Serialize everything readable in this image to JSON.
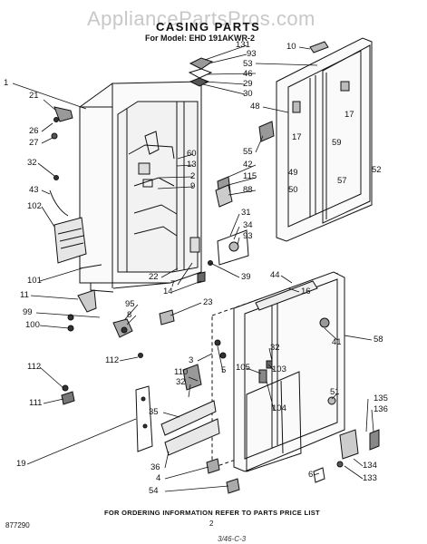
{
  "watermark": "AppliancePartsPros.com",
  "title": "CASING PARTS",
  "subtitle": "For Model: EHD 191AKWR-2",
  "footer": "FOR ORDERING INFORMATION REFER TO PARTS PRICE LIST",
  "doc_number": "877290",
  "page_number": "2",
  "signature": "3/46-C-3",
  "callouts": {
    "c1": "1",
    "c21": "21",
    "c26": "26",
    "c27": "27",
    "c32a": "32",
    "c43": "43",
    "c102": "102",
    "c101": "101",
    "c11": "11",
    "c99": "99",
    "c100": "100",
    "c112a": "112",
    "c111": "111",
    "c131": "131",
    "c93a": "93",
    "c53": "53",
    "c46": "46",
    "c29": "29",
    "c30": "30",
    "c10": "10",
    "c17a": "17",
    "c17b": "17",
    "c48": "48",
    "c60": "60",
    "c13": "13",
    "c2": "2",
    "c9": "9",
    "c55": "55",
    "c42": "42",
    "c115": "115",
    "c88": "88",
    "c59": "59",
    "c52": "52",
    "c49": "49",
    "c57": "57",
    "c50": "50",
    "c31": "31",
    "c34": "34",
    "c93b": "93",
    "c39": "39",
    "c22": "22",
    "c7": "7",
    "c14": "14",
    "c23": "23",
    "c95": "95",
    "c8": "8",
    "c112b": "112",
    "c44": "44",
    "c16": "16",
    "c41": "41",
    "c58": "58",
    "c3": "3",
    "c5": "5",
    "c32b": "32",
    "c105": "105",
    "c103": "103",
    "c110": "110",
    "c32c": "32",
    "c104": "104",
    "c51": "51",
    "c35": "35",
    "c135": "135",
    "c136": "136",
    "c19": "19",
    "c36": "36",
    "c4": "4",
    "c6": "6",
    "c134": "134",
    "c133": "133",
    "c54": "54"
  }
}
